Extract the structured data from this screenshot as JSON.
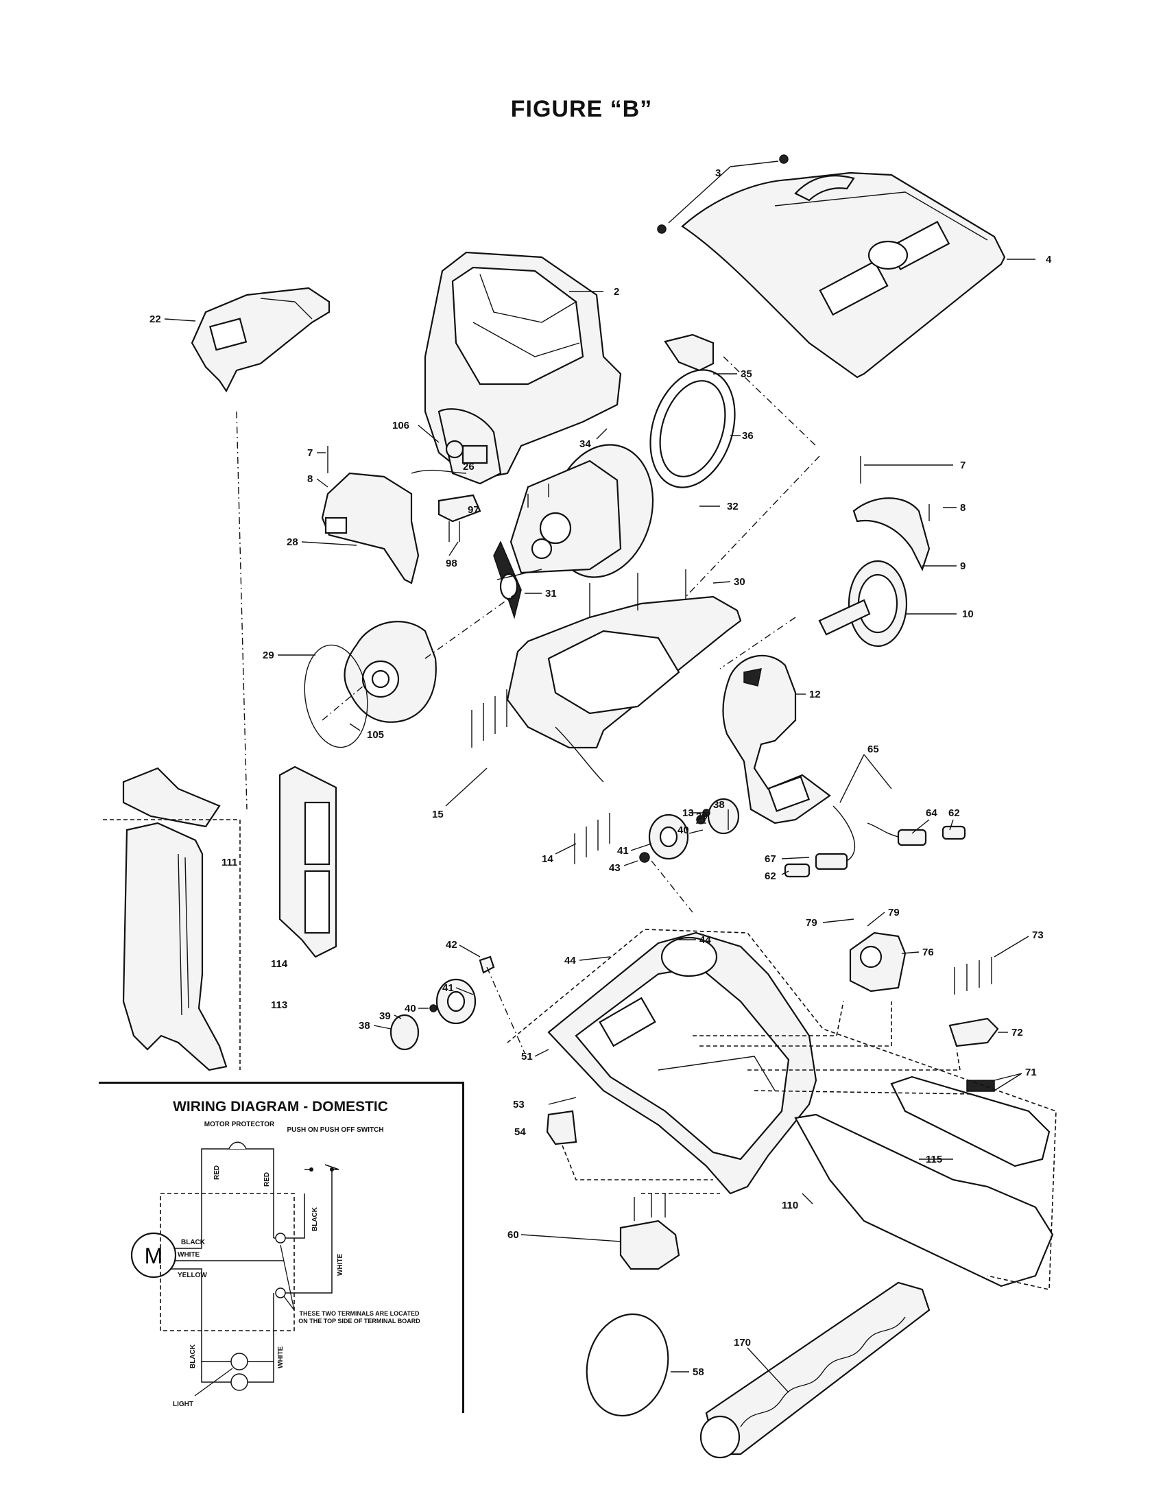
{
  "figure": {
    "title": "FIGURE “B”"
  },
  "wiring_diagram": {
    "title": "WIRING DIAGRAM - DOMESTIC",
    "motor_symbol": "M",
    "labels": {
      "motor_protector": "MOTOR PROTECTOR",
      "switch": "PUSH ON PUSH OFF SWITCH",
      "red_left": "RED",
      "red_right": "RED",
      "black_top": "BLACK",
      "black_motor": "BLACK",
      "white_motor": "WHITE",
      "yellow_motor": "YELLOW",
      "white_right": "WHITE",
      "black_bottom": "BLACK",
      "white_bottom": "WHITE",
      "light": "LIGHT",
      "note": "THESE TWO TERMINALS ARE LOCATED ON THE TOP SIDE OF TERMINAL BOARD"
    }
  },
  "callouts": {
    "c3": "3",
    "c4": "4",
    "c2": "2",
    "c22": "22",
    "c35": "35",
    "c36": "36",
    "c34": "34",
    "c106": "106",
    "c26": "26",
    "c7a": "7",
    "c8a": "8",
    "c28": "28",
    "c97": "97",
    "c98": "98",
    "c32": "32",
    "c7b": "7",
    "c8b": "8",
    "c9": "9",
    "c31": "31",
    "c30": "30",
    "c10": "10",
    "c29": "29",
    "c105": "105",
    "c12": "12",
    "c65": "65",
    "c15": "15",
    "c13": "13",
    "c38a": "38",
    "c39a": "39",
    "c40a": "40",
    "c41a": "41",
    "c43": "43",
    "c14": "14",
    "c111": "111",
    "c114": "114",
    "c113": "113",
    "c64": "64",
    "c62a": "62",
    "c67": "67",
    "c62b": "62",
    "c79a": "79",
    "c79b": "79",
    "c44a": "44",
    "c42": "42",
    "c44b": "44",
    "c76": "76",
    "c73": "73",
    "c41b": "41",
    "c40b": "40",
    "c39b": "39",
    "c38b": "38",
    "c51": "51",
    "c72": "72",
    "c71": "71",
    "c53": "53",
    "c54": "54",
    "c115": "115",
    "c110": "110",
    "c60": "60",
    "c58": "58",
    "c170": "170"
  }
}
